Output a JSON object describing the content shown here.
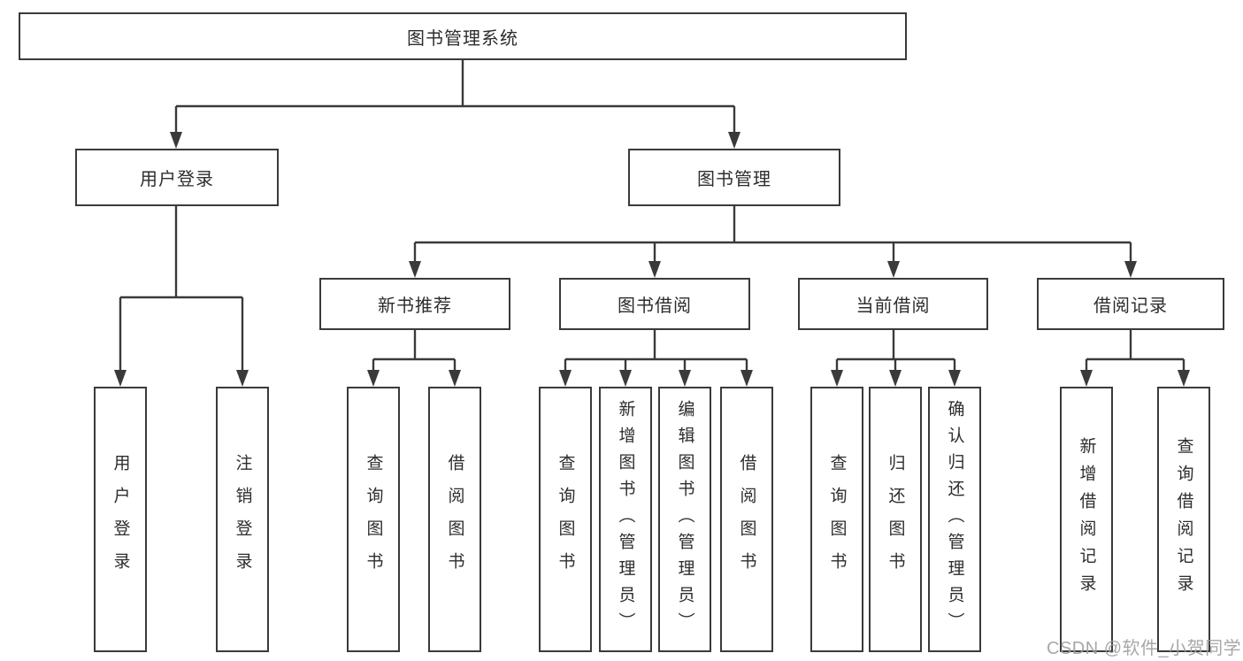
{
  "diagram": {
    "root": "图书管理系统",
    "branches": {
      "user_login": "用户登录",
      "book_mgmt": "图书管理"
    },
    "sections": {
      "new_book": "新书推荐",
      "borrow": "图书借阅",
      "current": "当前借阅",
      "records": "借阅记录"
    },
    "leaves": {
      "user_login": [
        "用户登录",
        "注销登录"
      ],
      "new_book": [
        "查询图书",
        "借阅图书"
      ],
      "borrow": [
        "查询图书",
        "新增图书（管理员）",
        "编辑图书（管理员）",
        "借阅图书"
      ],
      "current": [
        "查询图书",
        "归还图书",
        "确认归还（管理员）"
      ],
      "records": [
        "新增借阅记录",
        "查询借阅记录"
      ]
    }
  },
  "watermark": "CSDN @软件_小贺同学",
  "colors": {
    "line": "#3a3a3a",
    "text": "#2d2d2d",
    "watermark": "#9e9e9e",
    "background": "#ffffff"
  }
}
